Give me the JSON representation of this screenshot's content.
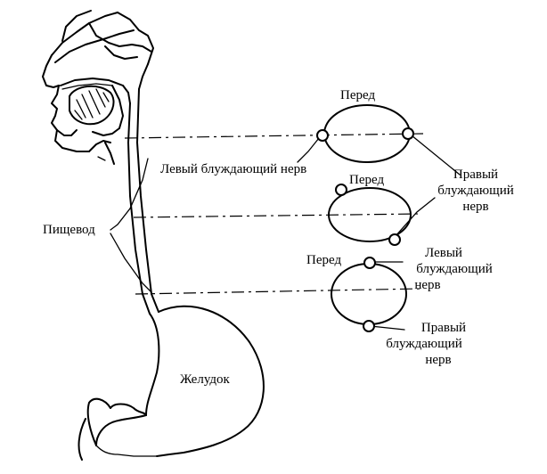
{
  "labels": {
    "front": "Перед",
    "left_vagus": "Левый блуждающий нерв",
    "left": "Левый",
    "vagus": "блуждающий",
    "nerve": "нерв",
    "right": "Правый",
    "esophagus": "Пищевод",
    "stomach": "Желудок"
  }
}
